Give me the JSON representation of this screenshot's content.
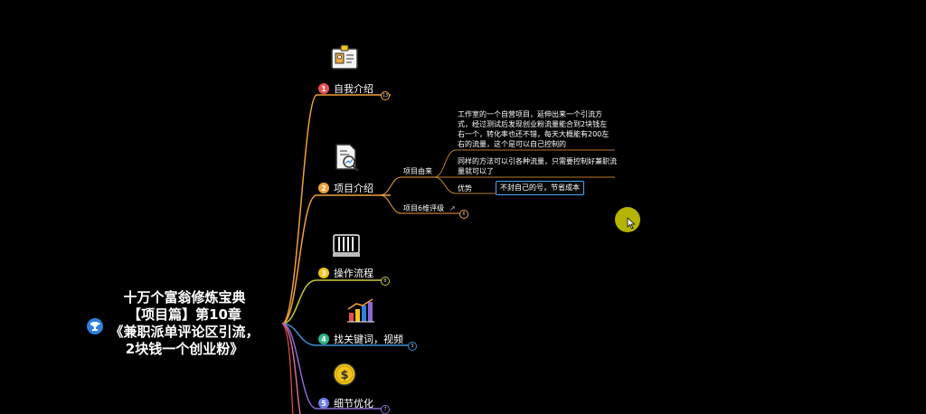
{
  "root": {
    "lines": [
      "十万个富翁修炼宝典",
      "【项目篇】第10章",
      "《兼职派单评论区引流，",
      "2块钱一个创业粉》"
    ]
  },
  "icons": {
    "root": "trophy-icon",
    "n1": "id-card-icon",
    "n2": "document-chart-icon",
    "n3": "abacus-icon",
    "n4": "bar-chart-growth-icon",
    "n5": "dollar-coin-icon",
    "link": "external-link-icon"
  },
  "nodes": [
    {
      "num": "1",
      "label": "自我介绍",
      "count": "13",
      "color": "#e94f4f"
    },
    {
      "num": "2",
      "label": "项目介绍",
      "color": "#f0a03a"
    },
    {
      "num": "3",
      "label": "操作流程",
      "count": "8",
      "color": "#f2c418"
    },
    {
      "num": "4",
      "label": "找关键词，视频",
      "count": "3",
      "color": "#2fb38a"
    },
    {
      "num": "5",
      "label": "细节优化",
      "count": "7",
      "color": "#6b7de8"
    }
  ],
  "sub": {
    "origin": "项目由来",
    "evaluation": "项目6维评级",
    "evaluation_count": "6",
    "advantage": "优势"
  },
  "texts": {
    "origin_p1": "工作室的一个自营项目，延伸出来一个引流方式，经过测试后发现创业粉流量能合到2块钱左右一个，转化率也还不错，每天大概能有200左右的流量，这个是可以自己控制的",
    "origin_p2": "同样的方法可以引各种流量，只需要控制好兼职流量就可以了",
    "advantage_detail": "不封自己的号，节省成本"
  },
  "colors": {
    "background": "#000000",
    "branch_orange": "#f0a03a",
    "branch_yellow": "#c8c83a",
    "branch_blue": "#3a8fd8",
    "branch_purple": "#8a6ad8",
    "branch_pink": "#d86a8a",
    "highlight_border": "#4aa3ff",
    "cursor": "#d4d400"
  }
}
